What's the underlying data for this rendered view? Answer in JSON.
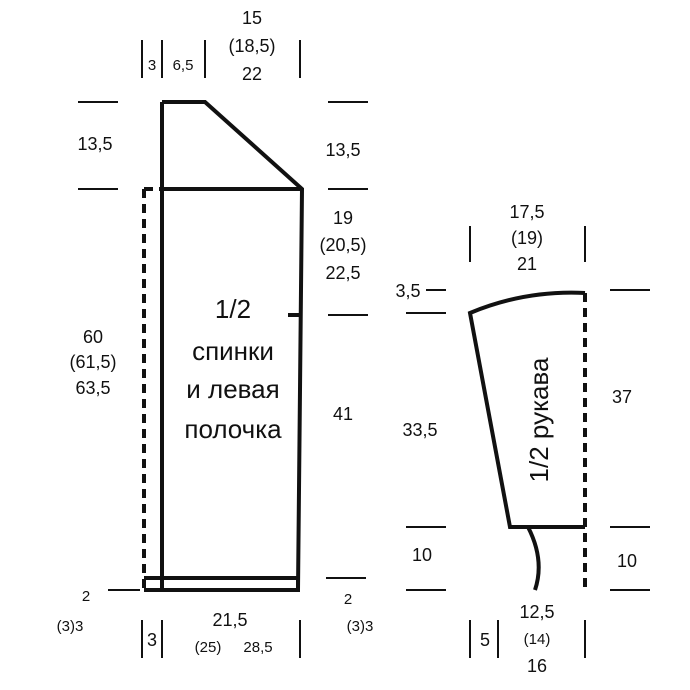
{
  "body": {
    "title_lines": [
      "1/2",
      "спинки",
      "и левая",
      "полочка"
    ],
    "top_width": [
      "15",
      "(18,5)",
      "22"
    ],
    "top_left_3": "3",
    "top_left_65": "6,5",
    "shoulder_left": "13,5",
    "shoulder_right": "13,5",
    "armhole": [
      "19",
      "(20,5)",
      "22,5"
    ],
    "length_total": [
      "60",
      "(61,5)",
      "63,5"
    ],
    "side_length": "41",
    "hem_left_2": "2",
    "hem_left_33": "(3)3",
    "hem_right_2": "2",
    "hem_right_33": "(3)3",
    "bottom_3": "3",
    "bottom_width": [
      "21,5",
      "(25)",
      "28,5"
    ]
  },
  "sleeve": {
    "title": "1/2 рукава",
    "top_width": [
      "17,5",
      "(19)",
      "21"
    ],
    "cap_height": "3,5",
    "sleeve_length_left": "33,5",
    "sleeve_length_right": "37",
    "cuff_left": "10",
    "cuff_right": "10",
    "bottom_5": "5",
    "bottom_width": [
      "12,5",
      "(14)",
      "16"
    ]
  }
}
